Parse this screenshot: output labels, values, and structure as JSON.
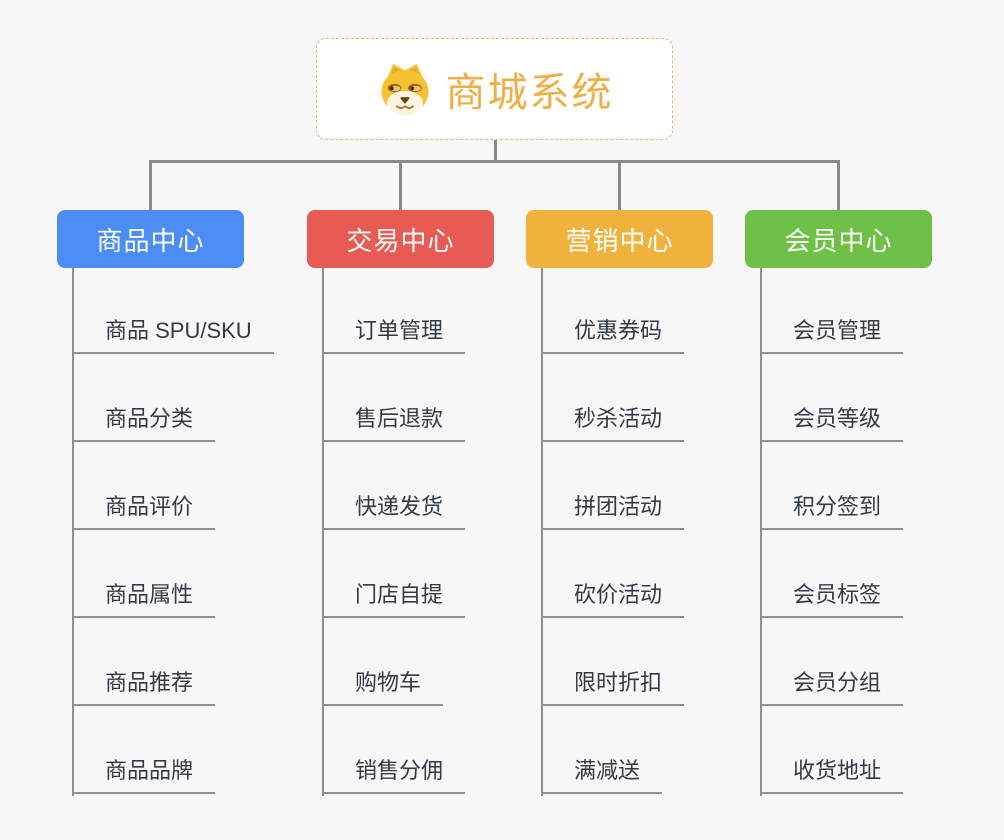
{
  "canvas": {
    "background_color": "#f7f7f7"
  },
  "root": {
    "title": "商城系统",
    "icon": "shiba-dog-icon",
    "accent_color": "#f0ae45",
    "border_color": "#f3b269",
    "fill_color": "#ffffff"
  },
  "connectors": {
    "trunk_color": "#8a8a8a",
    "leaf_line_color": "#8f8f8f"
  },
  "leaf_text_color": "#333a45",
  "branches": [
    {
      "label": "商品中心",
      "color": "#4c8df5",
      "items": [
        "商品 SPU/SKU",
        "商品分类",
        "商品评价",
        "商品属性",
        "商品推荐",
        "商品品牌"
      ]
    },
    {
      "label": "交易中心",
      "color": "#e85b53",
      "items": [
        "订单管理",
        "售后退款",
        "快递发货",
        "门店自提",
        "购物车",
        "销售分佣"
      ]
    },
    {
      "label": "营销中心",
      "color": "#f0b23c",
      "items": [
        "优惠券码",
        "秒杀活动",
        "拼团活动",
        "砍价活动",
        "限时折扣",
        "满减送"
      ]
    },
    {
      "label": "会员中心",
      "color": "#6ec046",
      "items": [
        "会员管理",
        "会员等级",
        "积分签到",
        "会员标签",
        "会员分组",
        "收货地址"
      ]
    }
  ]
}
